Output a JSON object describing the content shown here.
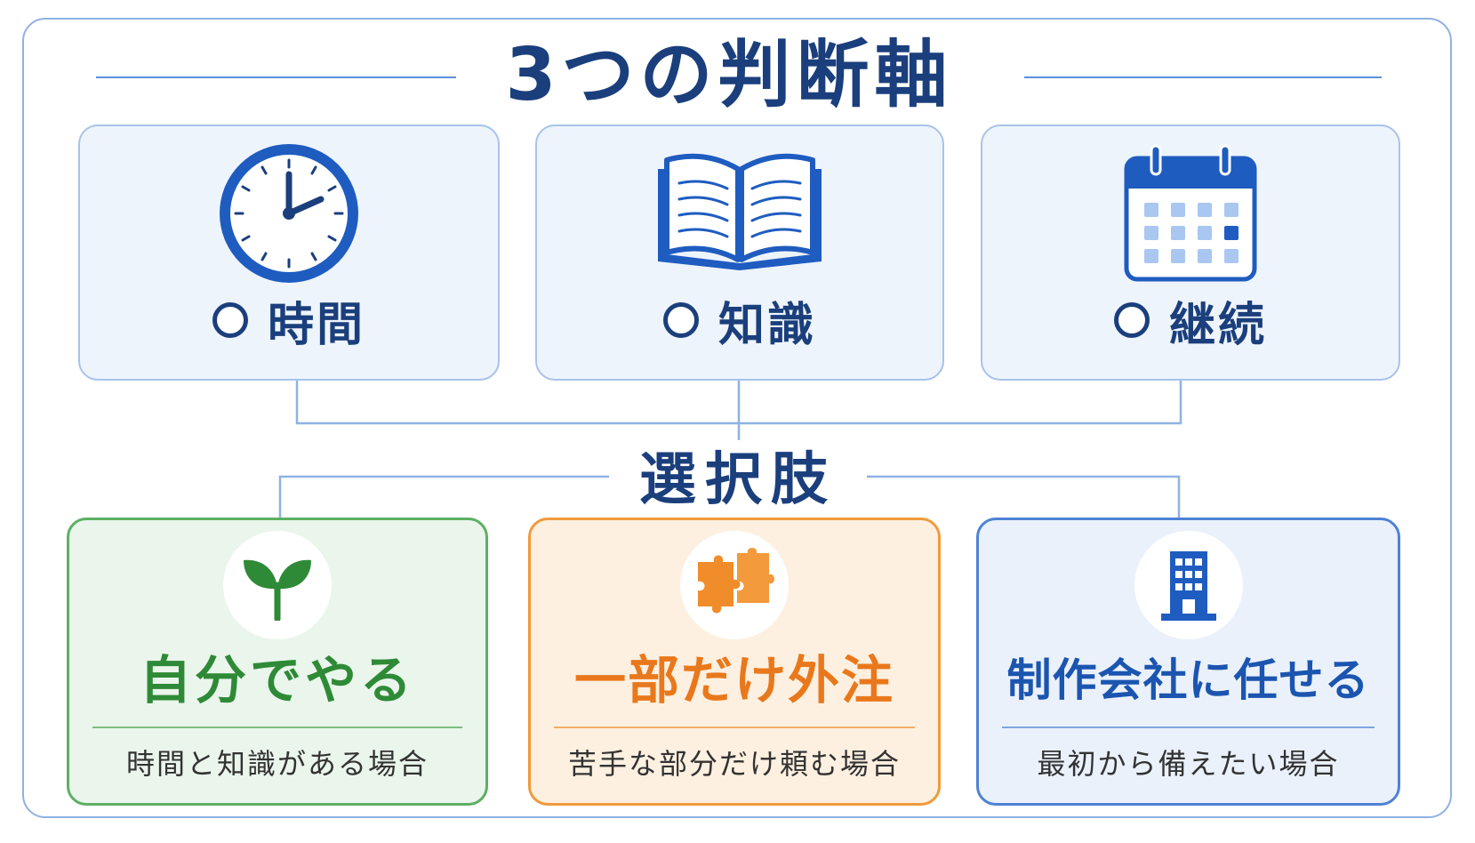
{
  "title": "3つの判断軸",
  "axes": [
    {
      "label": "時間",
      "icon": "clock-icon"
    },
    {
      "label": "知識",
      "icon": "open-book-icon"
    },
    {
      "label": "継続",
      "icon": "calendar-icon"
    }
  ],
  "choices_heading": "選択肢",
  "options": [
    {
      "title": "自分でやる",
      "description": "時間と知識がある場合",
      "icon": "sprout-icon",
      "color": "#2e8a36"
    },
    {
      "title": "一部だけ外注",
      "description": "苦手な部分だけ頼む場合",
      "icon": "puzzle-icon",
      "color": "#e9781c"
    },
    {
      "title": "制作会社に任せる",
      "description": "最初から備えたい場合",
      "icon": "building-icon",
      "color": "#1b55b0"
    }
  ],
  "colors": {
    "navy": "#1b3f7c",
    "accent_blue": "#2a66c9",
    "green": "#2e8a36",
    "orange": "#e9781c"
  }
}
